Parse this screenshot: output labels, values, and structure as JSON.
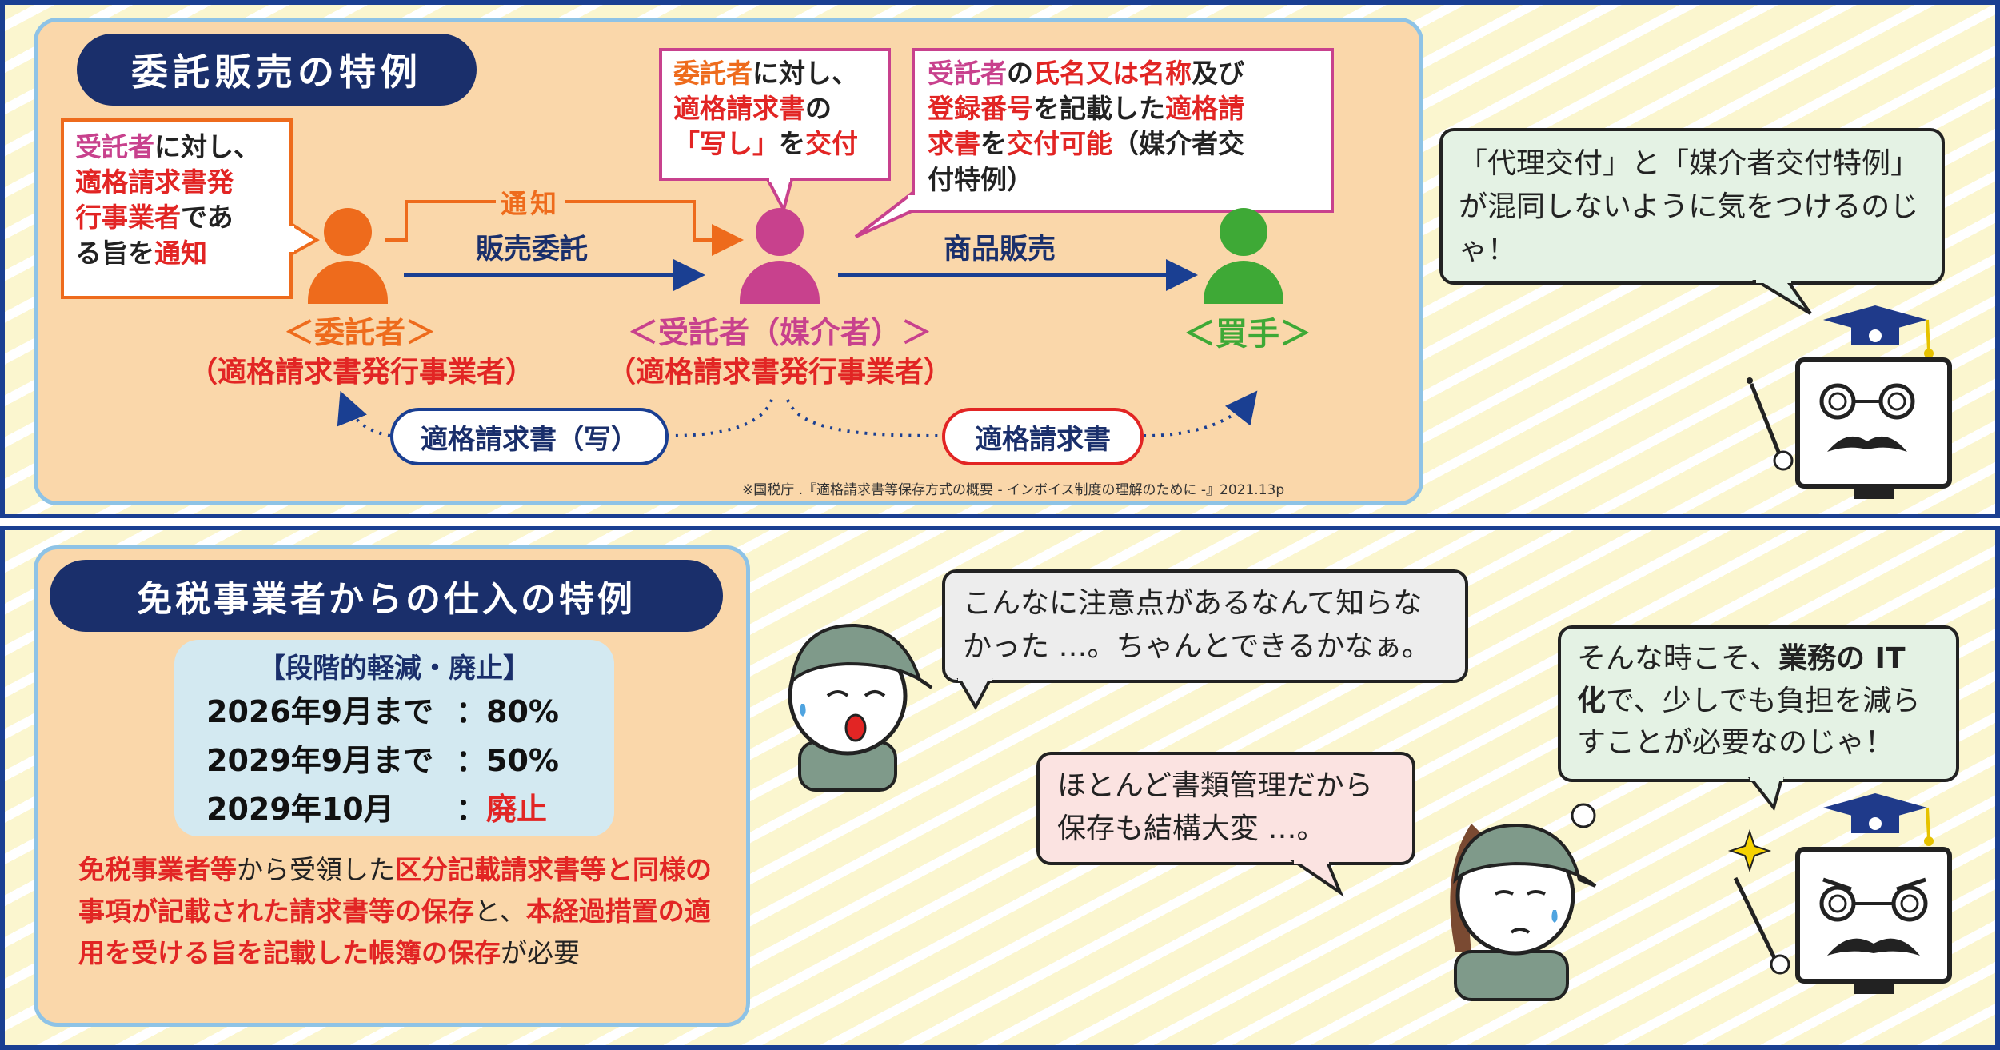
{
  "top": {
    "title": "委託販売の特例",
    "left_box": {
      "l1a": "受託者",
      "l1b": "に対し、",
      "l2": "適格請求書発",
      "l3a": "行事業者",
      "l3b": "であ",
      "l4a": "る旨を",
      "l4b": "通知"
    },
    "middle_box": {
      "l1a": "委託者",
      "l1b": "に対し、",
      "l2a": "適格請求書",
      "l2b": "の",
      "l3a": "「写し」",
      "l3b": "を",
      "l3c": "交付"
    },
    "right_box": {
      "l1a": "受託者",
      "l1b": "の",
      "l1c": "氏名又は名称",
      "l1d": "及び",
      "l2a": "登録番号",
      "l2b": "を記載した",
      "l2c": "適格請",
      "l3a": "求書",
      "l3b": "を",
      "l3c": "交付可能",
      "l3d": "（媒介者交",
      "l4": "付特例）"
    },
    "arrow_notice": "通知",
    "arrow_sale_consign": "販売委託",
    "arrow_product_sale": "商品販売",
    "consignor_label": "＜委託者＞",
    "consignor_sub": "（適格請求書発行事業者）",
    "consignee_label": "＜受託者（媒介者）＞",
    "consignee_sub": "（適格請求書発行事業者）",
    "buyer_label": "＜買手＞",
    "pill_copy": "適格請求書（写）",
    "pill_invoice": "適格請求書",
    "source": "※国税庁 .『適格請求書等保存方式の概要 - インボイス制度の理解のために -』2021.13p",
    "speech": "「代理交付」と「媒介者交付特例」が混同しないように気をつけるのじゃ！"
  },
  "bottom": {
    "title": "免税事業者からの仕入の特例",
    "schedule_heading": "【段階的軽減・廃止】",
    "schedule": [
      {
        "period": "2026年9月まで",
        "sep": "：",
        "value": "80%"
      },
      {
        "period": "2029年9月まで",
        "sep": "：",
        "value": "50%"
      },
      {
        "period": "2029年10月",
        "sep": "：",
        "value": "廃止"
      }
    ],
    "body": {
      "s1": "免税事業者等",
      "s2": "から受領した",
      "s3": "区分記載請求書等と同様の事項が記載された請求書等の保存",
      "s4": "と、",
      "s5": "本経過措置の適用を受ける旨を記載した帳簿の保存",
      "s6": "が必要"
    },
    "speech_worker1": "こんなに注意点があるなんて知らなかった …。ちゃんとできるかなぁ。",
    "speech_worker2": "ほとんど書類管理だから保存も結構大変 …。",
    "speech_prof": {
      "a": "そんな時こそ、",
      "b": "業務の IT 化",
      "c": "で、少しでも負担を減らすことが必要なのじゃ！"
    }
  },
  "colors": {
    "navy": "#1a2f6b",
    "orange": "#ee6b1c",
    "pink": "#c8418d",
    "green": "#3ea936",
    "red": "#e22524",
    "panel": "#fad7aa",
    "panel_border": "#8ec3e6"
  }
}
